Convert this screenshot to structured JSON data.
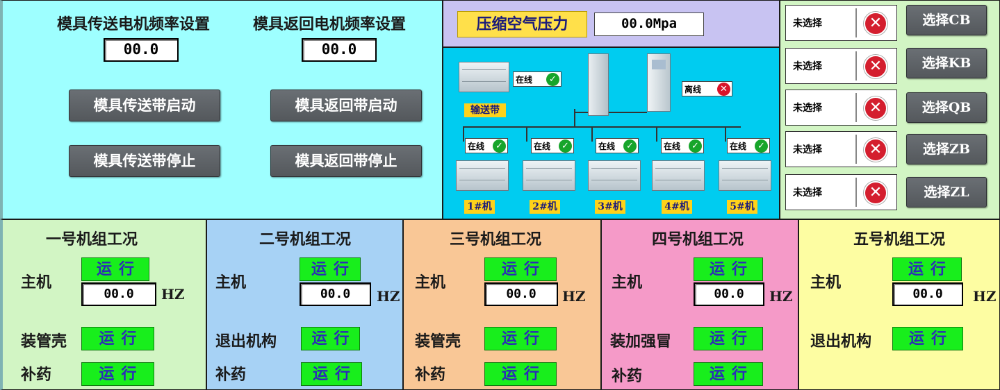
{
  "motor": {
    "convey_title": "模具传送电机频率设置",
    "return_title": "模具返回电机频率设置",
    "convey_freq": "00.0",
    "return_freq": "00.0",
    "convey_start": "模具传送带启动",
    "return_start": "模具返回带启动",
    "convey_stop": "模具传送带停止",
    "return_stop": "模具返回带停止"
  },
  "air": {
    "label": "压缩空气压力",
    "value": "00.0Mpa"
  },
  "network": {
    "conveyor_status": "在线",
    "conveyor_label": "输送带",
    "center_status": "离线",
    "machines": [
      {
        "status": "在线",
        "label": "1#机"
      },
      {
        "status": "在线",
        "label": "2#机"
      },
      {
        "status": "在线",
        "label": "3#机"
      },
      {
        "status": "在线",
        "label": "4#机"
      },
      {
        "status": "在线",
        "label": "5#机"
      }
    ]
  },
  "selection": [
    {
      "state": "未选择",
      "button": "选择CB"
    },
    {
      "state": "未选择",
      "button": "选择KB"
    },
    {
      "state": "未选择",
      "button": "选择QB"
    },
    {
      "state": "未选择",
      "button": "选择ZB"
    },
    {
      "state": "未选择",
      "button": "选择ZL"
    }
  ],
  "units": [
    {
      "title": "一号机组工况",
      "host_label": "主机",
      "host_state": "运行",
      "freq": "00.0",
      "unit": "HZ",
      "item1_label": "装管壳",
      "item1_state": "运行",
      "item2_label": "补药",
      "item2_state": "运行"
    },
    {
      "title": "二号机组工况",
      "host_label": "主机",
      "host_state": "运行",
      "freq": "00.0",
      "unit": "HZ",
      "item1_label": "退出机构",
      "item1_state": "运行",
      "item2_label": "补药",
      "item2_state": "运行"
    },
    {
      "title": "三号机组工况",
      "host_label": "主机",
      "host_state": "运行",
      "freq": "00.0",
      "unit": "HZ",
      "item1_label": "装管壳",
      "item1_state": "运行",
      "item2_label": "补药",
      "item2_state": "运行"
    },
    {
      "title": "四号机组工况",
      "host_label": "主机",
      "host_state": "运行",
      "freq": "00.0",
      "unit": "HZ",
      "item1_label": "装加强冒",
      "item1_state": "运行",
      "item2_label": "补药",
      "item2_state": "运行"
    },
    {
      "title": "五号机组工况",
      "host_label": "主机",
      "host_state": "运行",
      "freq": "00.0",
      "unit": "HZ",
      "item1_label": "退出机构",
      "item1_state": "运行"
    }
  ],
  "colors": {
    "motor_bg": "#9effff",
    "air_bg": "#c8c3f2",
    "network_bg": "#00ccf0",
    "select_bg": "#d2f5c4",
    "unit1_bg": "#d2f5c4",
    "unit2_bg": "#a7d2f5",
    "unit3_bg": "#f9c796",
    "unit4_bg": "#f59ac8",
    "unit5_bg": "#fdfda2",
    "run_green": "#18ee1c"
  }
}
